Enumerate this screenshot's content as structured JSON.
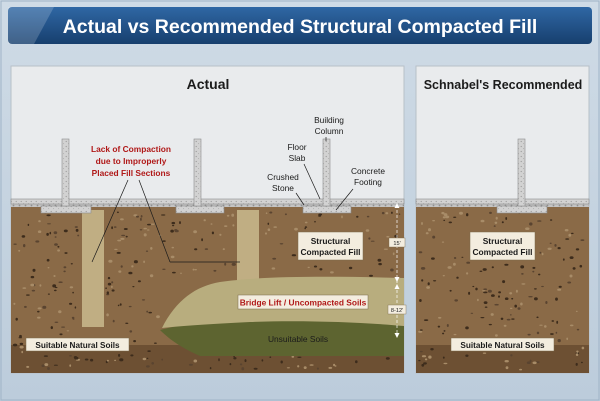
{
  "title": "Actual vs Recommended Structural Compacted Fill",
  "panels": {
    "actual": {
      "heading": "Actual",
      "labels": {
        "lack_line1": "Lack of Compaction",
        "lack_line2": "due to Improperly",
        "lack_line3": "Placed Fill Sections",
        "building_line1": "Building",
        "building_line2": "Column",
        "floor_line1": "Floor",
        "floor_line2": "Slab",
        "crushed_line1": "Crushed",
        "crushed_line2": "Stone",
        "concrete_line1": "Concrete",
        "concrete_line2": "Footing",
        "structural_line1": "Structural",
        "structural_line2": "Compacted Fill",
        "bridge_lift": "Bridge Lift / Uncompacted Soils",
        "unsuitable": "Unsuitable Soils",
        "suitable": "Suitable Natural Soils",
        "dim_upper": "15'",
        "dim_lower": "8-12'"
      }
    },
    "recommended": {
      "heading": "Schnabel's Recommended",
      "labels": {
        "structural_line1": "Structural",
        "structural_line2": "Compacted Fill",
        "suitable": "Suitable Natural Soils"
      }
    }
  },
  "colors": {
    "title_bar": "#1e4f86",
    "panel_bg": "#e9ebed",
    "soil": "#8a6a47",
    "soil_bottom": "#6d5033",
    "bridge_lift": "#b8ad7e",
    "unsuitable": "#5d6430",
    "label_red": "#b01818",
    "concrete": "#c9c9c9"
  }
}
